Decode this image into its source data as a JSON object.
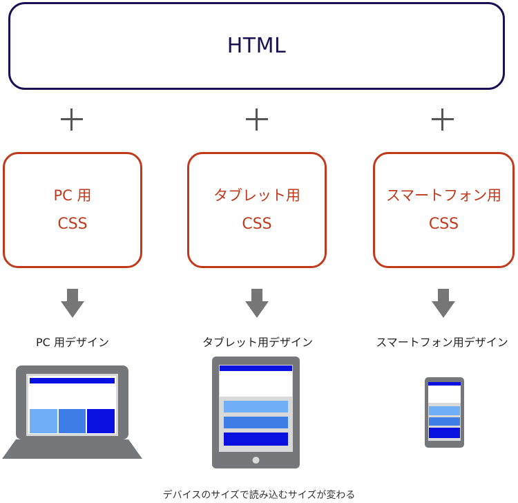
{
  "html_box": {
    "label": "HTML"
  },
  "columns": [
    {
      "css_title": "PC 用",
      "css_label": "CSS",
      "design_label": "PC 用デザイン"
    },
    {
      "css_title": "タブレット用",
      "css_label": "CSS",
      "design_label": "タブレット用デザイン"
    },
    {
      "css_title": "スマートフォン用",
      "css_label": "CSS",
      "design_label": "スマートフォン用デザイン"
    }
  ],
  "caption": "デバイスのサイズで読み込むサイズが変わる",
  "colors": {
    "html_border": "#1b1053",
    "css_border": "#c1391b",
    "device_frame": "#76777b",
    "header_bar": "#0a10e0",
    "block_light": "#70aef8",
    "block_mid": "#3f7ee6",
    "block_dark": "#0a10e0"
  },
  "icons": [
    "plus-icon",
    "down-arrow-icon",
    "laptop-icon",
    "tablet-icon",
    "smartphone-icon"
  ]
}
